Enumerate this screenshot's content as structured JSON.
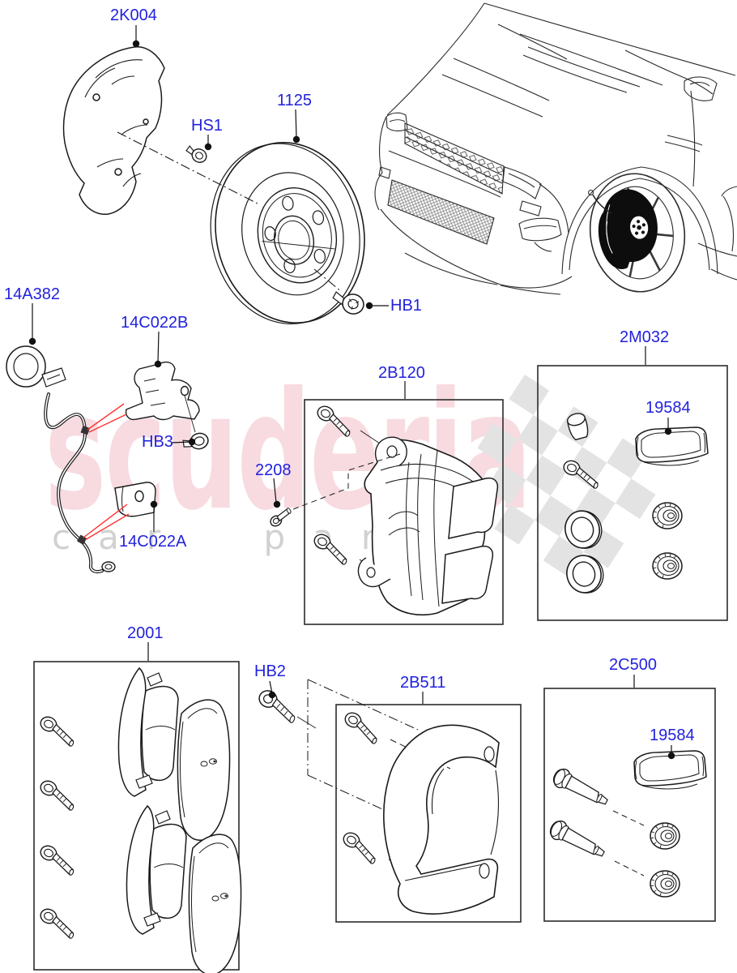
{
  "watermark": {
    "brand": "scuderia",
    "tagline": "car parts"
  },
  "labels": {
    "shield": "2K004",
    "shield_bolt": "HS1",
    "disc": "1125",
    "disc_screw": "HB1",
    "abs_sensor": "14A382",
    "bracket_upper": "14C022B",
    "bracket_bolt": "HB3",
    "bracket_lower": "14C022A",
    "bleed_screw": "2208",
    "caliper": "2B120",
    "caliper_kit": "2M032",
    "grease_upper": "19584",
    "pads": "2001",
    "guide_bolt": "HB2",
    "carrier": "2B511",
    "pin_kit": "2C500",
    "grease_lower": "19584"
  },
  "colors": {
    "label_blue": "#2222dd",
    "line": "#1a1a1a",
    "red_pointer": "#ff3030",
    "watermark_pink": "#efb6c0",
    "watermark_gray": "#c6c6c6",
    "checker_gray": "#e3e3e3"
  }
}
